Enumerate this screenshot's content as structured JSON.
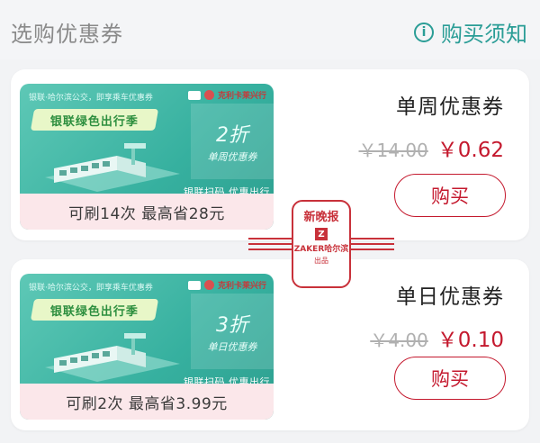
{
  "header": {
    "title": "选购优惠券",
    "notice_label": "购买须知",
    "notice_icon": "info-icon"
  },
  "coupons": [
    {
      "name": "单周优惠券",
      "original_price": "￥14.00",
      "sale_price": "￥0.62",
      "buy_label": "购买",
      "image": {
        "slogan": "银联·哈尔滨公交，即享乘车优惠券",
        "brand": "克利卡莱兴行",
        "banner": "银联绿色出行季",
        "discount": "2折",
        "discount_label": "单周优惠券",
        "unionpay": "银联扫码 优惠出行",
        "strip": "可刷14次 最高省28元"
      }
    },
    {
      "name": "单日优惠券",
      "original_price": "￥4.00",
      "sale_price": "￥0.10",
      "buy_label": "购买",
      "image": {
        "slogan": "银联·哈尔滨公交，即享乘车优惠券",
        "brand": "克利卡莱兴行",
        "banner": "银联绿色出行季",
        "discount": "3折",
        "discount_label": "单日优惠券",
        "unionpay": "银联扫码 优惠出行",
        "strip": "可刷2次 最高省3.99元"
      }
    }
  ],
  "watermark": {
    "title": "新晚报",
    "brand": "ZAKER哈尔滨",
    "sub": "出品"
  },
  "colors": {
    "accent": "#2a9d96",
    "price_red": "#c4192e",
    "coupon_teal": "#36b09f",
    "strip_pink": "#fbe7ea"
  }
}
